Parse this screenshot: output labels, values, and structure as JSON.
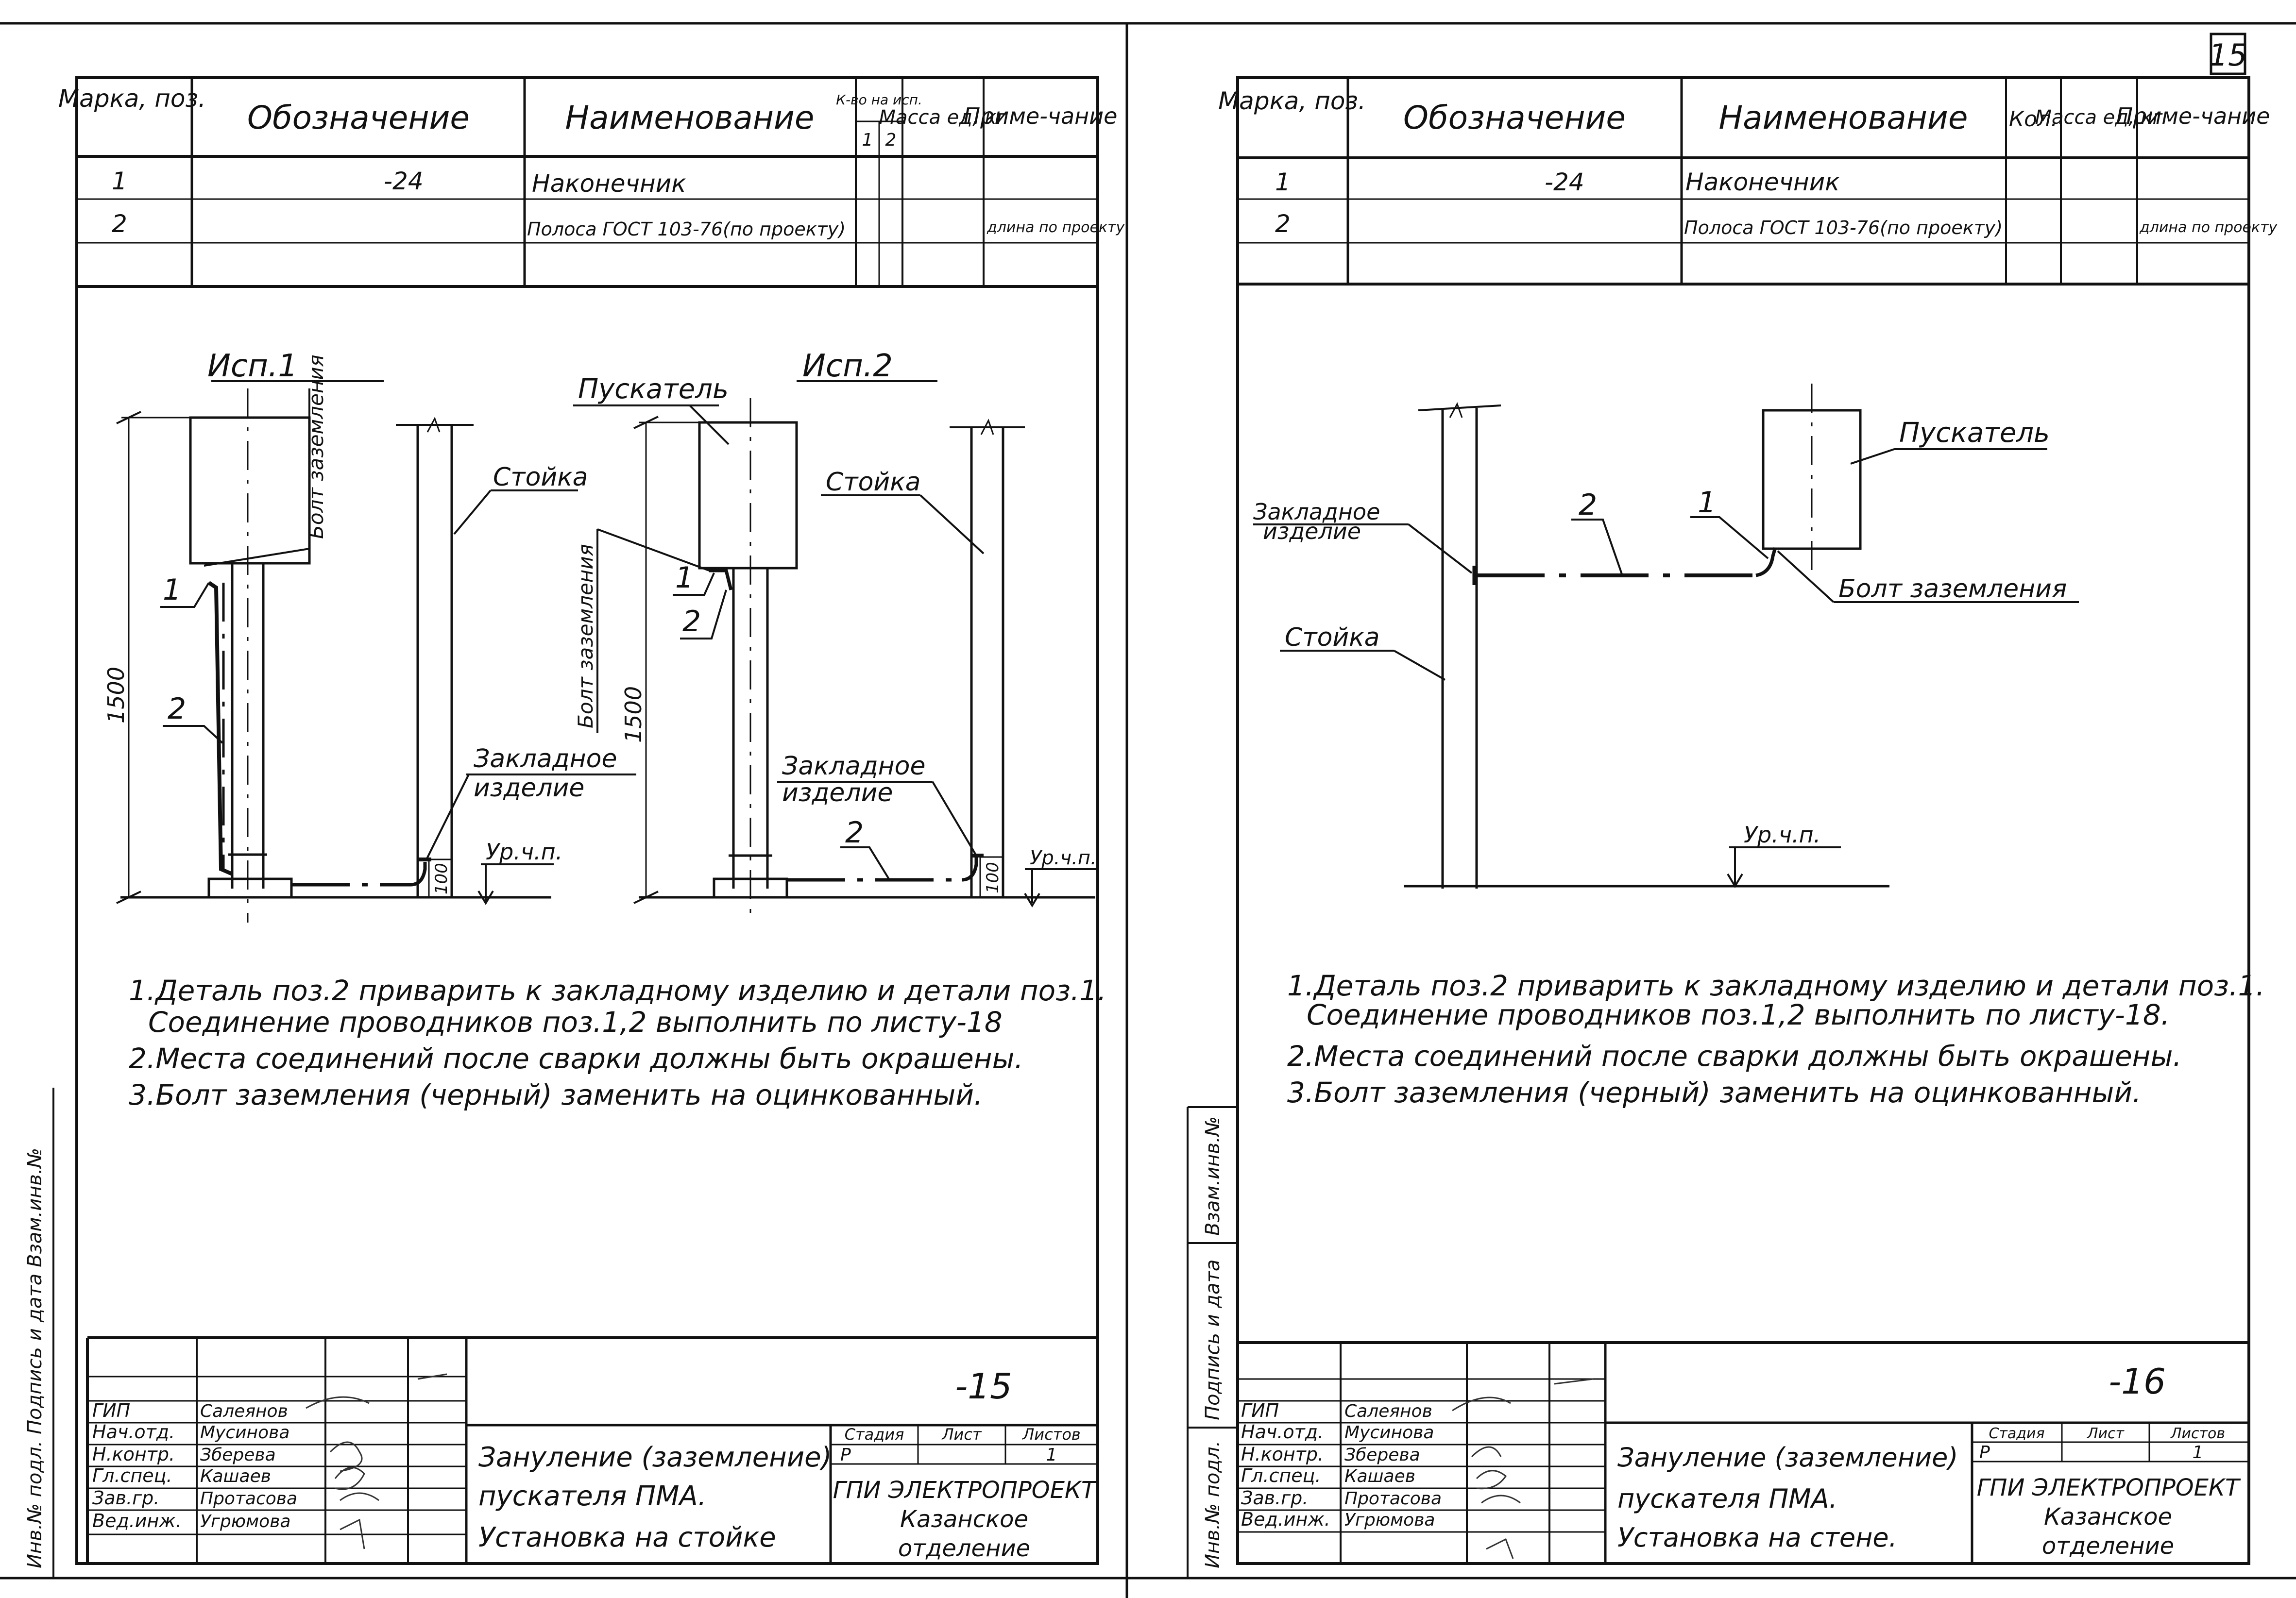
{
  "page_number": "15",
  "left": {
    "spec": {
      "headers": {
        "mark": "Марка, поз.",
        "designation": "Обозначение",
        "name": "Наименование",
        "qty": "К-во на исп.",
        "qty1": "1",
        "qty2": "2",
        "mass": "Масса ед, кг",
        "note": "Приме-чание"
      },
      "rows": [
        {
          "mark": "1",
          "designation": "-24",
          "name": "Наконечник",
          "note": ""
        },
        {
          "mark": "2",
          "designation": "",
          "name": "Полоса ГОСТ 103-76(по проекту)",
          "note": "длина по проекту"
        }
      ]
    },
    "drawing": {
      "isp1": "Исп.1",
      "isp2": "Исп.2",
      "starter": "Пускатель",
      "post": "Стойка",
      "post2": "Стойка",
      "bolt_v1": "Болт заземления",
      "bolt_v2": "Болт заземления",
      "embedded1": "Закладное изделие",
      "embedded2": "Закладное изделие",
      "level": "Ур.ч.п.",
      "level2": "Ур.ч.п.",
      "dim1500a": "1500",
      "dim1500b": "1500",
      "dim100a": "100",
      "dim100b": "100",
      "pos1a": "1",
      "pos2a": "2",
      "pos1b": "1",
      "pos2b": "2",
      "pos2c": "2"
    },
    "notes": [
      "1.Деталь поз.2 приварить к закладному изделию и детали поз.1.",
      "Соединение проводников поз.1,2 выполнить по листу-18",
      "2.Места соединений после сварки должны быть окрашены.",
      "3.Болт заземления (черный) заменить на оцинкованный."
    ],
    "stamp": {
      "sheet_code": "-15",
      "roles": [
        "ГИП",
        "Нач.отд.",
        "Н.контр.",
        "Гл.спец.",
        "Зав.гр.",
        "Вед.инж."
      ],
      "names": [
        "Салеянов",
        "Мусинова",
        "Зберева",
        "Кашаев",
        "Протасова",
        "Угрюмова"
      ],
      "title_l1": "Зануление (заземление)",
      "title_l2": "пускателя ПМА.",
      "title_l3": "Установка на стойке",
      "stage_h": "Стадия",
      "sheet_h": "Лист",
      "sheets_h": "Листов",
      "stage": "Р",
      "sheets": "1",
      "org1": "ГПИ ЭЛЕКТРОПРОЕКТ",
      "org2": "Казанское",
      "org3": "отделение"
    }
  },
  "right": {
    "spec": {
      "headers": {
        "mark": "Марка, поз.",
        "designation": "Обозначение",
        "name": "Наименование",
        "qty": "Кол.",
        "mass": "Масса ед, кг",
        "note": "Приме-чание"
      },
      "rows": [
        {
          "mark": "1",
          "designation": "-24",
          "name": "Наконечник",
          "note": ""
        },
        {
          "mark": "2",
          "designation": "",
          "name": "Полоса ГОСТ 103-76(по проекту)",
          "note": "длина по проекту"
        }
      ]
    },
    "drawing": {
      "starter": "Пускатель",
      "embedded": "Закладное изделие",
      "post": "Стойка",
      "bolt": "Болт заземления",
      "level": "Ур.ч.п.",
      "pos1": "1",
      "pos2": "2"
    },
    "notes": [
      "1.Деталь поз.2 приварить к закладному изделию и детали поз.1.",
      "Соединение проводников поз.1,2 выполнить по листу-18.",
      "2.Места соединений после сварки должны быть окрашены.",
      "3.Болт заземления (черный) заменить на оцинкованный."
    ],
    "stamp": {
      "sheet_code": "-16",
      "roles": [
        "ГИП",
        "Нач.отд.",
        "Н.контр.",
        "Гл.спец.",
        "Зав.гр.",
        "Вед.инж."
      ],
      "names": [
        "Салеянов",
        "Мусинова",
        "Зберева",
        "Кашаев",
        "Протасова",
        "Угрюмова"
      ],
      "title_l1": "Зануление (заземление)",
      "title_l2": "пускателя ПМА.",
      "title_l3": "Установка на стене.",
      "stage_h": "Стадия",
      "sheet_h": "Лист",
      "sheets_h": "Листов",
      "stage": "Р",
      "sheets": "1",
      "org1": "ГПИ ЭЛЕКТРОПРОЕКТ",
      "org2": "Казанское",
      "org3": "отделение"
    }
  },
  "margin": {
    "left_labels": "Инв.№ подл. Подпись и дата Взам.инв.№",
    "r_inv": "Инв.№ подл.",
    "r_sig": "Подпись и дата",
    "r_zam": "Взам.инв.№"
  }
}
